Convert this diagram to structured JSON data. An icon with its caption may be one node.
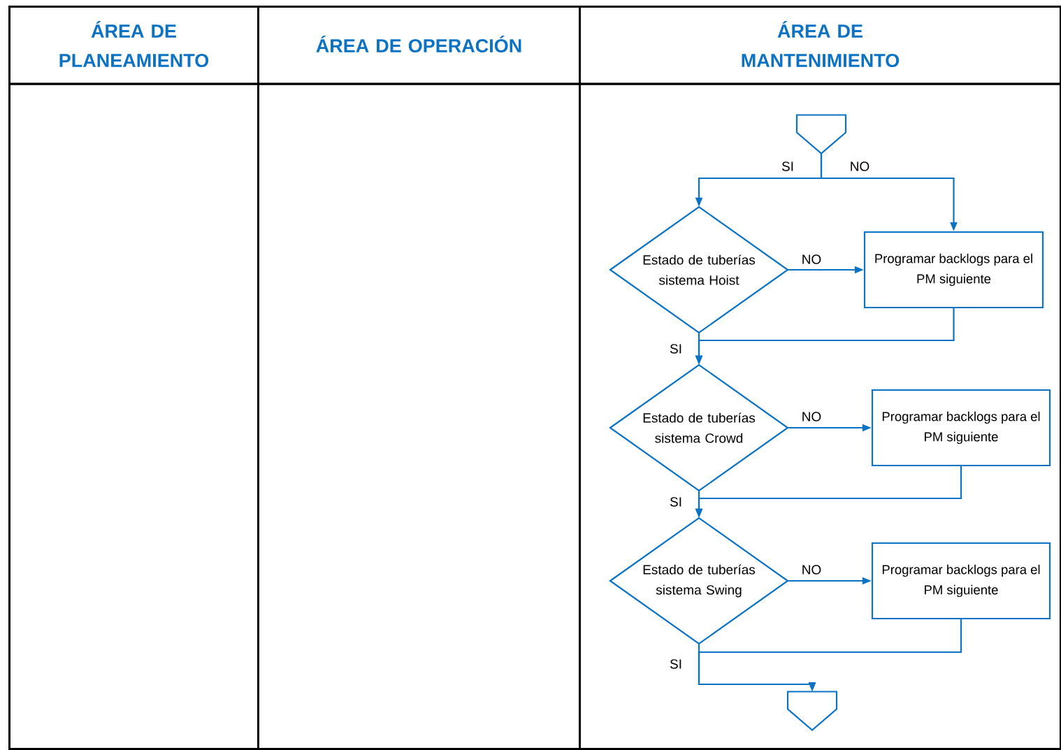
{
  "diagram": {
    "nodes": [
      {
        "text": [
          "ÁREA DE PLANEAMIENTO"
        ]
      },
      {
        "text": [
          "ÁREA DE OPERACIÓN"
        ]
      },
      {
        "text": [
          "ÁREA DE MANTENIMIENTO"
        ]
      },
      {
        "text": [],
        "shape": "pentagon",
        "in": 2
      },
      {
        "text": [
          "Estado de tuberías sistema Hoist"
        ],
        "in": 2
      },
      {
        "text": [
          "Programar backlogs para el PM siguiente"
        ],
        "in": 2
      },
      {
        "text": [
          "Estado de tuberías sistema Crowd"
        ],
        "in": 2
      },
      {
        "text": [
          "Programar backlogs para el PM siguiente"
        ],
        "in": 2
      },
      {
        "text": [
          "Estado de tuberías sistema Swing"
        ],
        "in": 2
      },
      {
        "text": [
          "Programar backlogs para el PM siguiente"
        ],
        "in": 2
      },
      {
        "text": [],
        "shape": "pentagon",
        "in": 2
      }
    ],
    "edges": [
      {
        "from": 3,
        "to": 4,
        "arrow": "to",
        "label": "SI"
      },
      {
        "from": 3,
        "to": 5,
        "arrow": "to",
        "label": "NO"
      },
      {
        "from": 4,
        "to": 5,
        "arrow": "to",
        "label": "NO"
      },
      {
        "from": 4,
        "to": 6,
        "arrow": "to",
        "label": "SI"
      },
      {
        "from": 5,
        "to": 6,
        "arrow": "to"
      },
      {
        "from": 6,
        "to": 7,
        "arrow": "to",
        "label": "NO"
      },
      {
        "from": 6,
        "to": 8,
        "arrow": "to",
        "label": "SI"
      },
      {
        "from": 7,
        "to": 8,
        "arrow": "to"
      },
      {
        "from": 8,
        "to": 9,
        "arrow": "to",
        "label": "NO"
      },
      {
        "from": 8,
        "to": 10,
        "arrow": "to",
        "label": "SI"
      },
      {
        "from": 9,
        "to": 10,
        "arrow": "to"
      }
    ]
  }
}
